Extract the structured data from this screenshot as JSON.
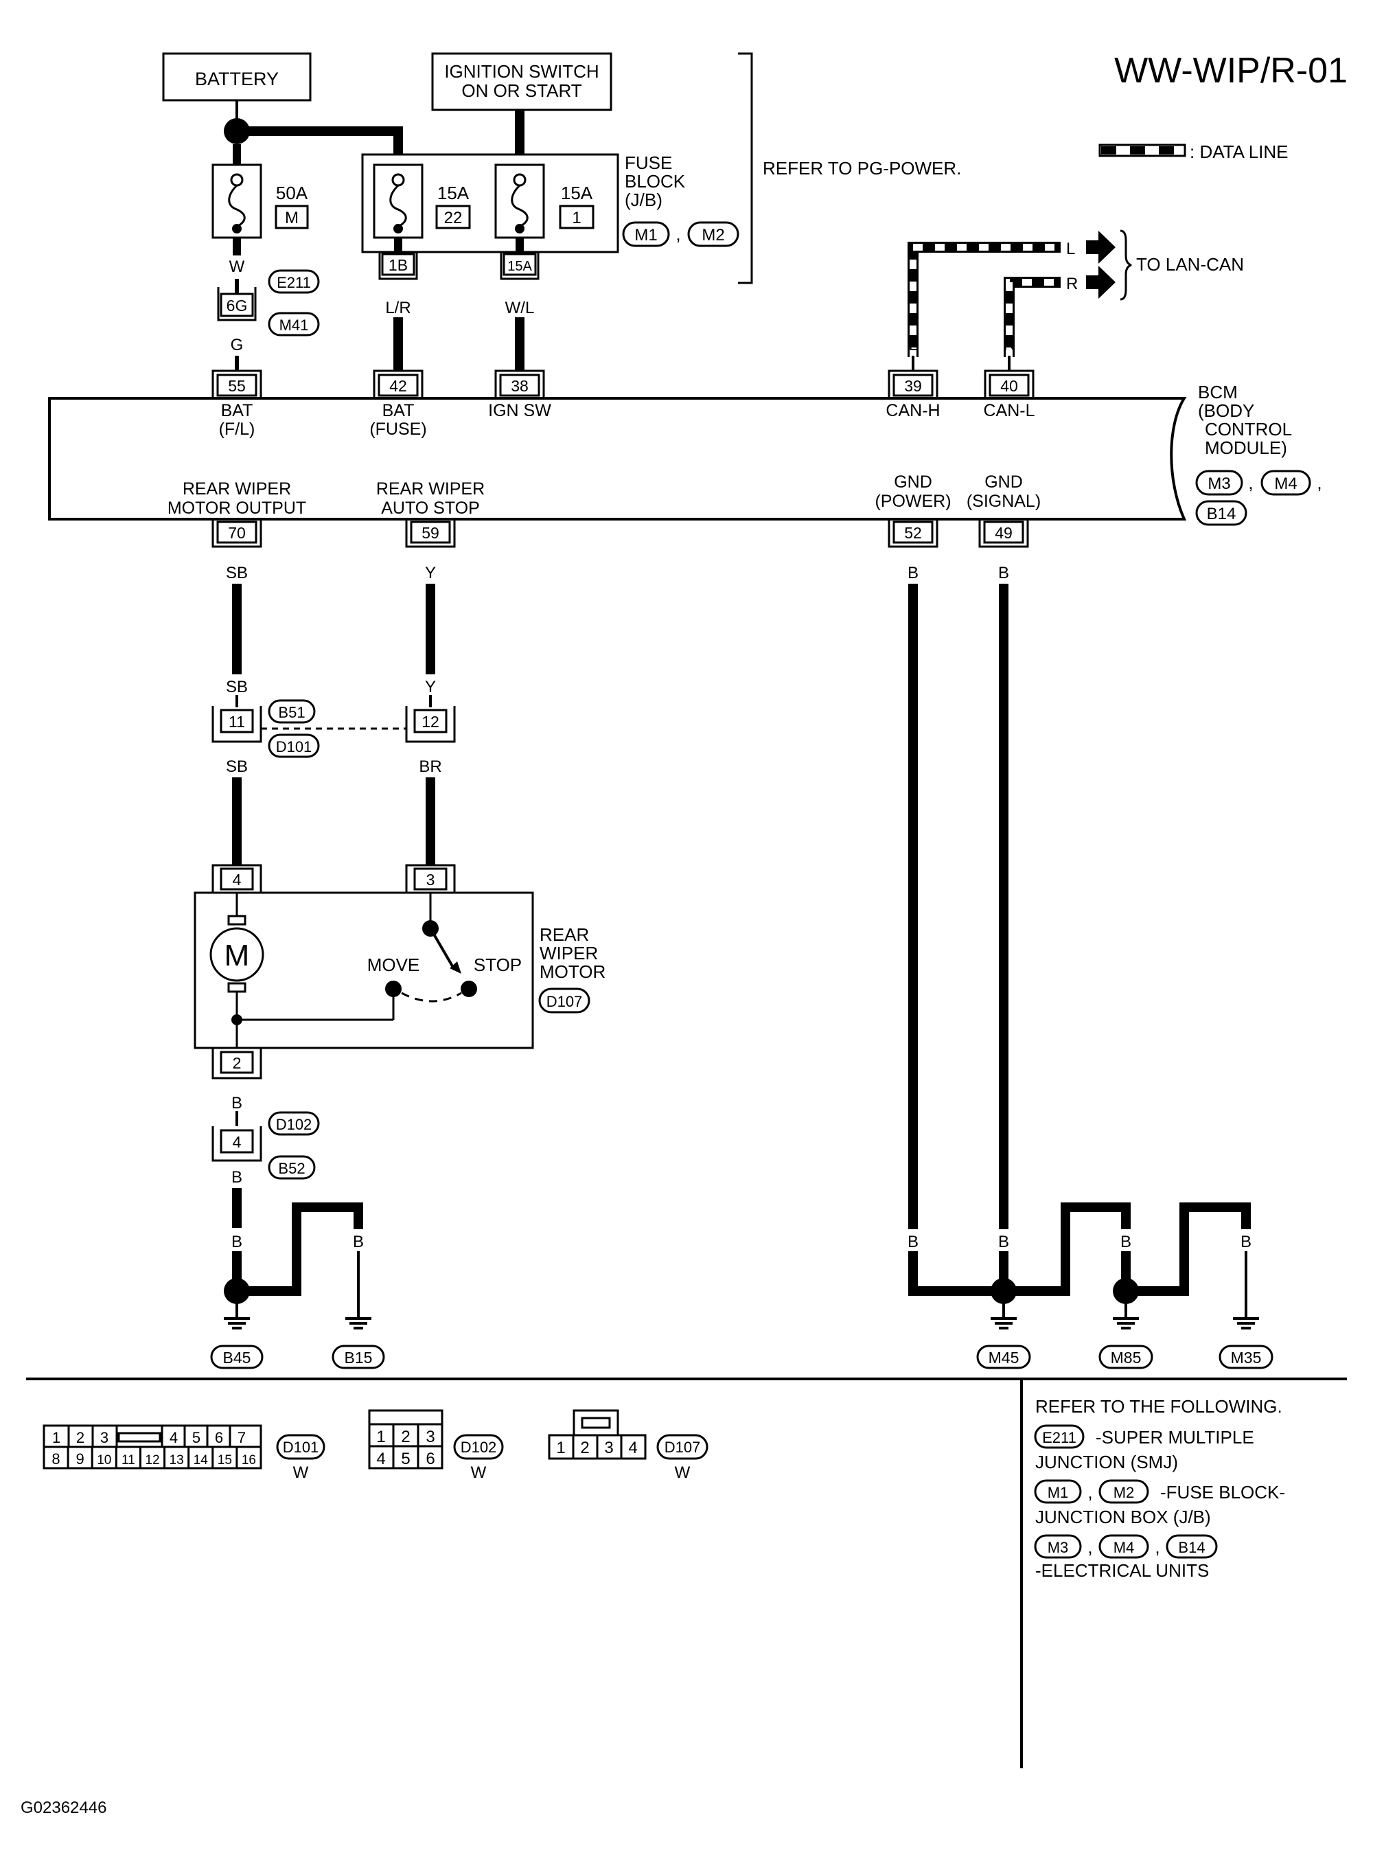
{
  "title": "WW-WIP/R-01",
  "legend": {
    "data_line": ": DATA LINE"
  },
  "refer_pg_power": "REFER TO PG-POWER.",
  "battery": {
    "label": "BATTERY"
  },
  "ignition": {
    "line1": "IGNITION SWITCH",
    "line2": "ON OR START"
  },
  "fuse_block": {
    "line1": "FUSE",
    "line2": "BLOCK",
    "line3": "(J/B)",
    "conn1": "M1",
    "conn2": "M2",
    "sep": ","
  },
  "fuses": {
    "f50": {
      "amps": "50A",
      "id": "M"
    },
    "f22": {
      "amps": "15A",
      "id": "22"
    },
    "f1": {
      "amps": "15A",
      "id": "1"
    }
  },
  "jb_pins": {
    "left": "1B",
    "right": "15A"
  },
  "wires": {
    "w": "W",
    "g": "G",
    "lr": "L/R",
    "wl": "W/L",
    "l": "L",
    "r": "R",
    "sb": "SB",
    "y": "Y",
    "br": "BR",
    "b": "B"
  },
  "smj": {
    "pin": "6G",
    "conn1": "E211",
    "conn2": "M41"
  },
  "to_lan_can": {
    "label": "TO LAN-CAN",
    "l": "L",
    "r": "R"
  },
  "bcm": {
    "line1": "BCM",
    "line2": "(BODY",
    "line3": "CONTROL",
    "line4": "MODULE)",
    "conn1": "M3",
    "conn2": "M4",
    "conn3": "B14",
    "sep": ",",
    "pins": {
      "p55": {
        "num": "55",
        "l1": "BAT",
        "l2": "(F/L)"
      },
      "p42": {
        "num": "42",
        "l1": "BAT",
        "l2": "(FUSE)"
      },
      "p38": {
        "num": "38",
        "l1": "IGN SW"
      },
      "p39": {
        "num": "39",
        "l1": "CAN-H"
      },
      "p40": {
        "num": "40",
        "l1": "CAN-L"
      },
      "p70": {
        "num": "70",
        "l1": "REAR WIPER",
        "l2": "MOTOR OUTPUT"
      },
      "p59": {
        "num": "59",
        "l1": "REAR WIPER",
        "l2": "AUTO STOP"
      },
      "p52": {
        "num": "52",
        "l1": "GND",
        "l2": "(POWER)"
      },
      "p49": {
        "num": "49",
        "l1": "GND",
        "l2": "(SIGNAL)"
      }
    }
  },
  "joint1": {
    "pin_a": "11",
    "pin_b": "12",
    "conn1": "B51",
    "conn2": "D101"
  },
  "motor": {
    "pin4": "4",
    "pin3": "3",
    "pin2": "2",
    "m": "M",
    "move": "MOVE",
    "stop": "STOP",
    "line1": "REAR",
    "line2": "WIPER",
    "line3": "MOTOR",
    "conn": "D107"
  },
  "joint2": {
    "pin": "4",
    "conn1": "D102",
    "conn2": "B52"
  },
  "grounds": {
    "g1": "B45",
    "g2": "B15",
    "g3": "M45",
    "g4": "M85",
    "g5": "M35"
  },
  "connectors": {
    "d101": {
      "top": [
        "1",
        "2",
        "3",
        "4",
        "5",
        "6",
        "7"
      ],
      "bottom": [
        "8",
        "9",
        "10",
        "11",
        "12",
        "13",
        "14",
        "15",
        "16"
      ],
      "name": "D101",
      "color": "W"
    },
    "d102": {
      "top": [
        "1",
        "2",
        "3"
      ],
      "bottom": [
        "4",
        "5",
        "6"
      ],
      "name": "D102",
      "color": "W"
    },
    "d107": {
      "pins": [
        "1",
        "2",
        "3",
        "4"
      ],
      "name": "D107",
      "color": "W"
    }
  },
  "refer": {
    "heading": "REFER TO THE FOLLOWING.",
    "e211": "E211",
    "e211_desc1": "-SUPER MULTIPLE",
    "e211_desc2": "JUNCTION (SMJ)",
    "m1": "M1",
    "m2": "M2",
    "m_desc1": "-FUSE BLOCK-",
    "m_desc2": "JUNCTION BOX (J/B)",
    "m3": "M3",
    "m4": "M4",
    "b14": "B14",
    "eu_desc": "-ELECTRICAL UNITS",
    "sep": ","
  },
  "figure_id": "G02362446"
}
